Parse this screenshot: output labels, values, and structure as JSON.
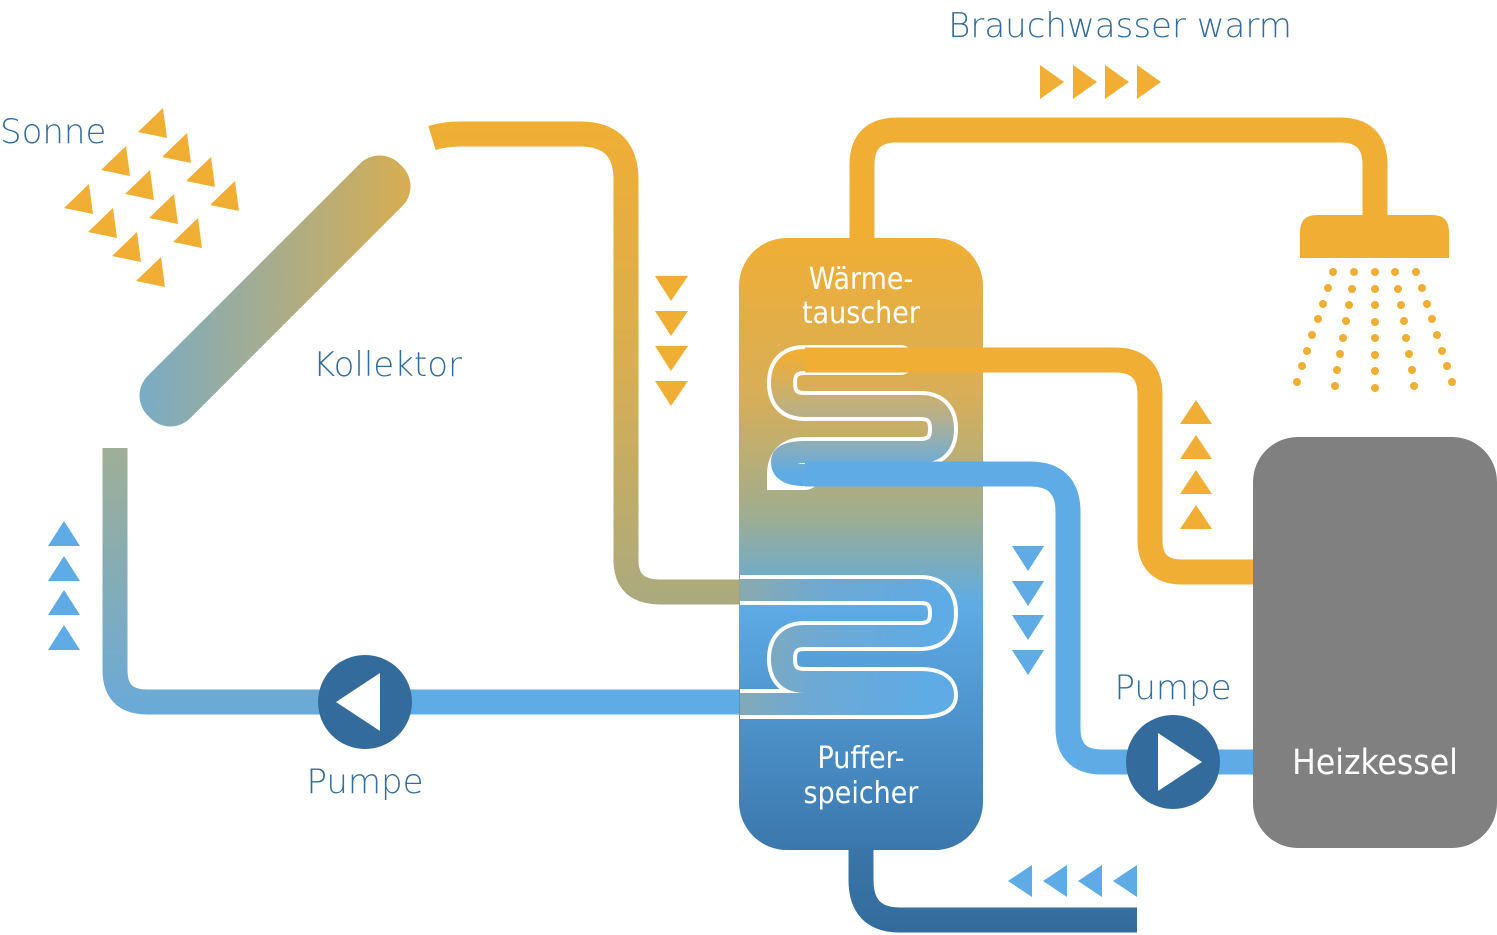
{
  "title": "Solarthermie-Anlage mit Pufferspeicher und Heizkessel",
  "colors": {
    "hot": "#f0ae34",
    "cold": "#5eabe6",
    "dark_blue": "#336c9c",
    "boiler_gray": "#808080",
    "label_blue": "#336c9c",
    "white": "#ffffff"
  },
  "labels": {
    "sun": "Sonne",
    "collector": "Kollektor",
    "hot_water": "Brauchwasser warm",
    "heat_exchanger_line1": "Wärme-",
    "heat_exchanger_line2": "tauscher",
    "buffer_line1": "Puffer-",
    "buffer_line2": "speicher",
    "pump_solar": "Pumpe",
    "pump_boiler": "Pumpe",
    "boiler": "Heizkessel"
  },
  "components": [
    {
      "id": "sun",
      "name": "Sonne",
      "icon": "sun-rays-triangles"
    },
    {
      "id": "collector",
      "name": "Kollektor"
    },
    {
      "id": "buffer-tank",
      "name": "Pufferspeicher mit Wärmetauscher"
    },
    {
      "id": "pump-solar",
      "name": "Pumpe",
      "direction": "left"
    },
    {
      "id": "pump-boiler",
      "name": "Pumpe",
      "direction": "right"
    },
    {
      "id": "boiler",
      "name": "Heizkessel"
    },
    {
      "id": "shower",
      "name": "Brauchwasser warm",
      "icon": "shower-icon"
    }
  ],
  "flow_arrows": [
    {
      "location": "collector-return",
      "direction": "up",
      "count": 4,
      "color": "cold"
    },
    {
      "location": "collector-flow",
      "direction": "down",
      "count": 4,
      "color": "hot"
    },
    {
      "location": "hot-water-line",
      "direction": "right",
      "count": 4,
      "color": "hot"
    },
    {
      "location": "boiler-flow",
      "direction": "up",
      "count": 4,
      "color": "hot"
    },
    {
      "location": "boiler-return",
      "direction": "down",
      "count": 4,
      "color": "cold"
    },
    {
      "location": "cold-water-inlet",
      "direction": "left",
      "count": 4,
      "color": "cold"
    }
  ]
}
